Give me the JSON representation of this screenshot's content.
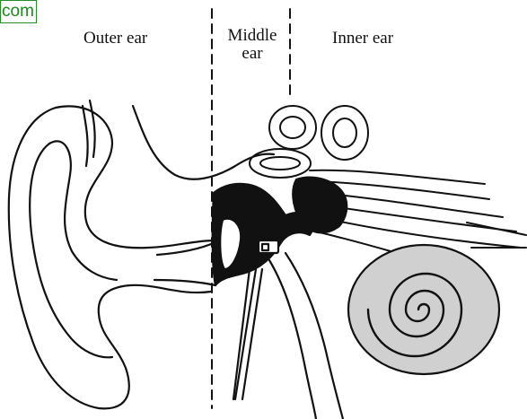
{
  "watermark": {
    "text": "com"
  },
  "labels": {
    "outer_ear": "Outer ear",
    "middle_ear_line1": "Middle",
    "middle_ear_line2": "ear",
    "inner_ear": "Inner ear"
  },
  "colors": {
    "ink": "#111111",
    "cochlea_fill": "#d0d0d0",
    "watermark": "#1c8a1c"
  }
}
